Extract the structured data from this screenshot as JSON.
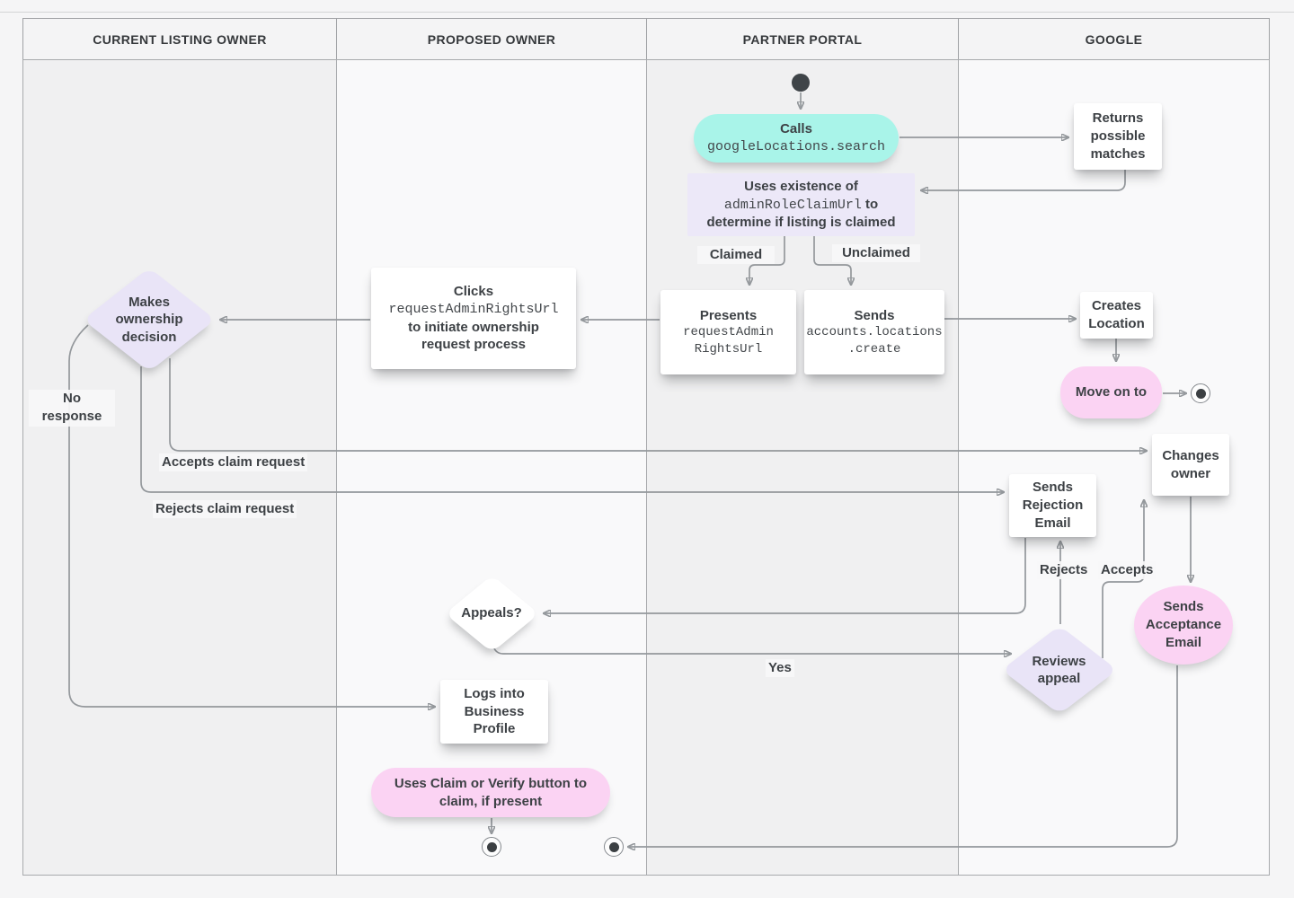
{
  "lanes": [
    {
      "label": "CURRENT LISTING OWNER"
    },
    {
      "label": "PROPOSED OWNER"
    },
    {
      "label": "PARTNER PORTAL"
    },
    {
      "label": "GOOGLE"
    }
  ],
  "nodes": {
    "calls": {
      "title": "Calls",
      "code": "googleLocations.search"
    },
    "returns_matches": {
      "text": "Returns possible matches"
    },
    "uses_existence": {
      "line1": "Uses existence of",
      "code": "adminRoleClaimUrl",
      "line2_rest": " to",
      "line3": "determine if listing is claimed"
    },
    "presents": {
      "title": "Presents",
      "code_line1": "requestAdmin",
      "code_line2": "RightsUrl"
    },
    "sends_create": {
      "title": "Sends",
      "code_line1": "accounts.locations",
      "code_line2": ".create"
    },
    "creates_location": {
      "text": "Creates Location"
    },
    "move_on": {
      "text": "Move on to"
    },
    "clicks": {
      "title": "Clicks",
      "code": "requestAdminRightsUrl",
      "rest": "to initiate ownership request process"
    },
    "makes_decision": {
      "text": "Makes ownership decision"
    },
    "sends_rejection": {
      "text": "Sends Rejection Email"
    },
    "changes_owner": {
      "text": "Changes owner"
    },
    "sends_acceptance": {
      "text": "Sends Acceptance Email"
    },
    "reviews_appeal": {
      "text": "Reviews appeal"
    },
    "appeals": {
      "text": "Appeals?"
    },
    "logs_into": {
      "text": "Logs into Business Profile"
    },
    "uses_claim": {
      "text": "Uses Claim or Verify button to claim, if present"
    }
  },
  "edge_labels": {
    "claimed": "Claimed",
    "unclaimed": "Unclaimed",
    "no_response": "No response",
    "accepts_claim": "Accepts claim request",
    "rejects_claim": "Rejects claim request",
    "rejects": "Rejects",
    "accepts": "Accepts",
    "yes": "Yes"
  },
  "colors": {
    "teal": "#a9f4e9",
    "pink": "#fbd3f3",
    "lavender_box": "#ece8f8",
    "lavender_diamond": "#e9e4f7",
    "line": "#94989c",
    "text": "#3d4145"
  }
}
